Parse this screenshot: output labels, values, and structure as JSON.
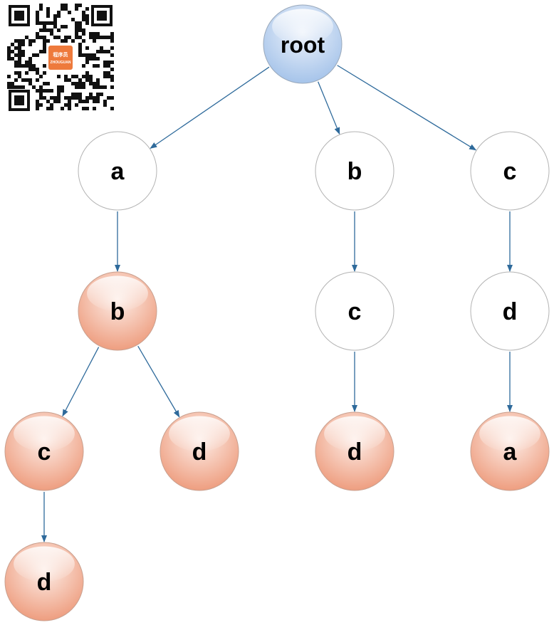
{
  "diagram": {
    "nodes": [
      {
        "id": "root",
        "label": "root",
        "style": "root"
      },
      {
        "id": "a1",
        "label": "a",
        "style": "plain"
      },
      {
        "id": "b1",
        "label": "b",
        "style": "plain"
      },
      {
        "id": "c1",
        "label": "c",
        "style": "plain"
      },
      {
        "id": "b2",
        "label": "b",
        "style": "end"
      },
      {
        "id": "c2",
        "label": "c",
        "style": "plain"
      },
      {
        "id": "d1",
        "label": "d",
        "style": "plain"
      },
      {
        "id": "c3",
        "label": "c",
        "style": "end"
      },
      {
        "id": "d2",
        "label": "d",
        "style": "end"
      },
      {
        "id": "d3",
        "label": "d",
        "style": "end"
      },
      {
        "id": "a2",
        "label": "a",
        "style": "end"
      },
      {
        "id": "d4",
        "label": "d",
        "style": "end"
      }
    ],
    "edges": [
      {
        "from": "root",
        "to": "a1"
      },
      {
        "from": "root",
        "to": "b1"
      },
      {
        "from": "root",
        "to": "c1"
      },
      {
        "from": "a1",
        "to": "b2"
      },
      {
        "from": "b1",
        "to": "c2"
      },
      {
        "from": "c1",
        "to": "d1"
      },
      {
        "from": "b2",
        "to": "c3"
      },
      {
        "from": "b2",
        "to": "d2"
      },
      {
        "from": "c2",
        "to": "d3"
      },
      {
        "from": "d1",
        "to": "a2"
      },
      {
        "from": "c3",
        "to": "d4"
      }
    ]
  },
  "qr_badge": {
    "text_line1": "程序员",
    "text_line2": "ZHOUGUAN"
  },
  "colors": {
    "edge": "#2e6a9b",
    "plain_stroke": "#b3b3b3",
    "root_top": "#e3ecf8",
    "root_bottom": "#a6c4ea",
    "root_stroke": "#9aa9bb",
    "end_top": "#fbe2d8",
    "end_bottom": "#ee9e80",
    "end_stroke": "#c9a08f",
    "label": "#000000"
  }
}
